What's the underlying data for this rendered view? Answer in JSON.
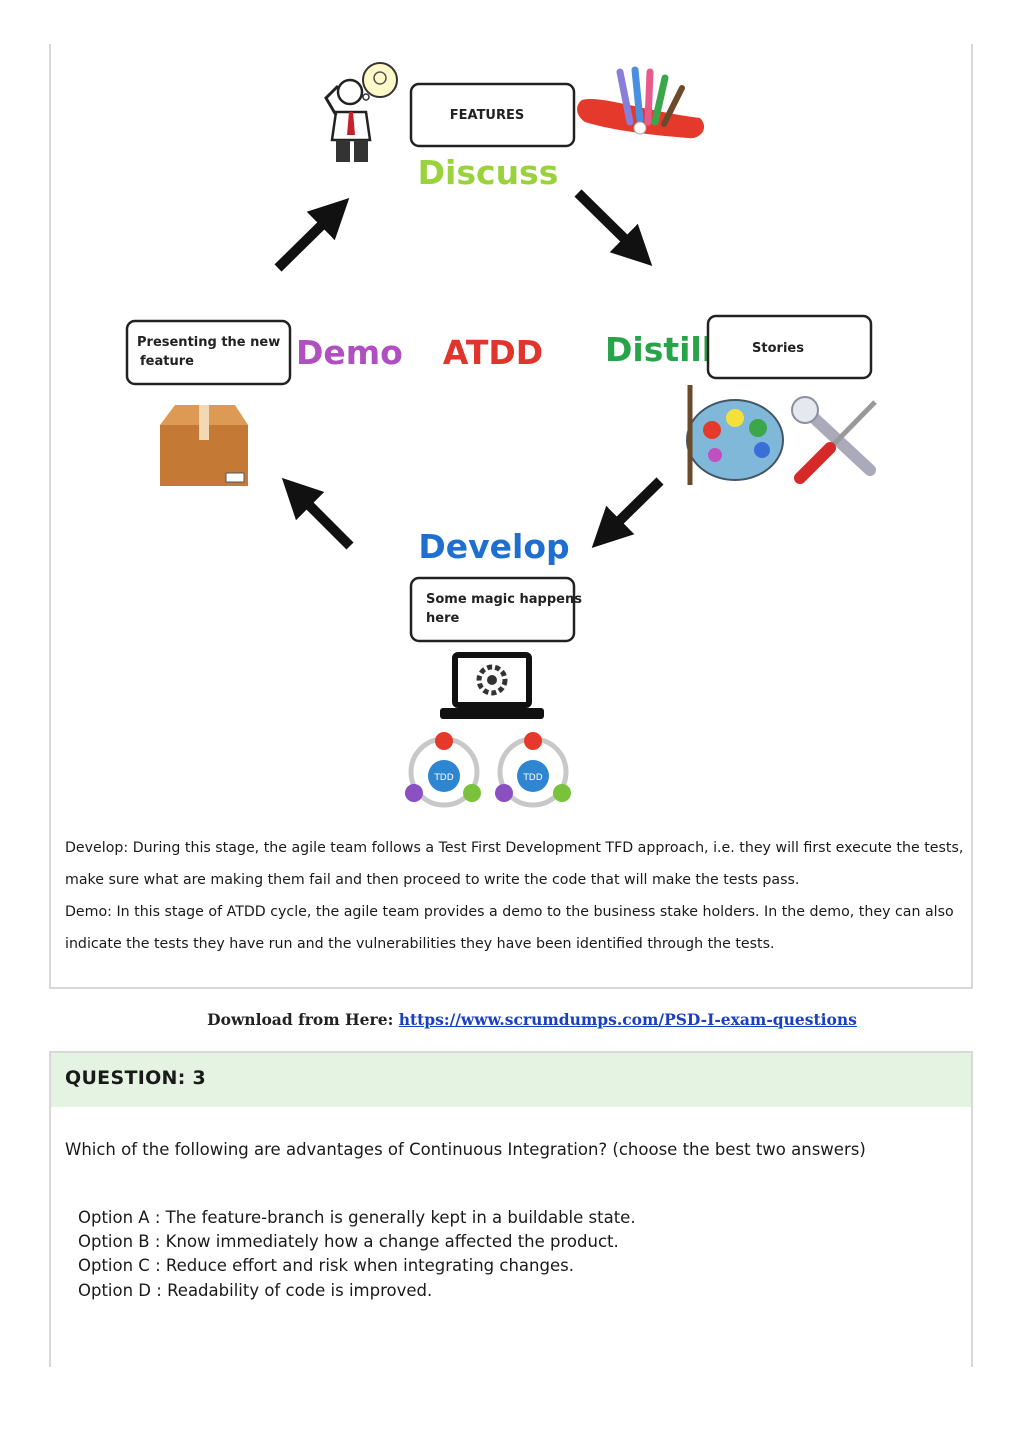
{
  "diagram": {
    "center_label": "ATDD",
    "stages": {
      "discuss": {
        "label": "Discuss",
        "box": "FEATURES"
      },
      "distill": {
        "label": "Distill",
        "box": "Stories"
      },
      "develop": {
        "label": "Develop",
        "box_line1": "Some magic happens",
        "box_line2": "here"
      },
      "demo": {
        "label": "Demo",
        "box_line1": "Presenting the new",
        "box_line2": "feature"
      }
    },
    "tdd_labels": [
      "TDD",
      "TDD"
    ],
    "colors": {
      "discuss": "#9ad23c",
      "distill": "#27a44a",
      "develop": "#1e6fd0",
      "demo": "#b04fc0",
      "atdd": "#e0342c"
    }
  },
  "explanation": {
    "develop_line1": "Develop: During this stage, the agile team follows a Test First Development TFD approach, i.e. they will first execute the tests,",
    "develop_line2": "make sure what are making them fail and then proceed to write the code that will make the tests pass.",
    "demo_line1": "Demo: In this stage of ATDD cycle, the agile team provides a demo to the business stake holders. In the demo, they can also",
    "demo_line2": "indicate the tests they have run and the vulnerabilities they have been identified through the tests."
  },
  "download": {
    "label": "Download from Here:",
    "link": "https://www.scrumdumps.com/PSD-I-exam-questions"
  },
  "question": {
    "title": "QUESTION:  3",
    "text": "Which of the following are advantages of Continuous Integration? (choose the best two answers)",
    "options": [
      "Option A : The feature-branch is generally kept in a buildable state.",
      "Option B : Know immediately how a change affected the product.",
      "Option C : Reduce effort and risk when integrating changes.",
      "Option D : Readability of code is improved."
    ]
  }
}
